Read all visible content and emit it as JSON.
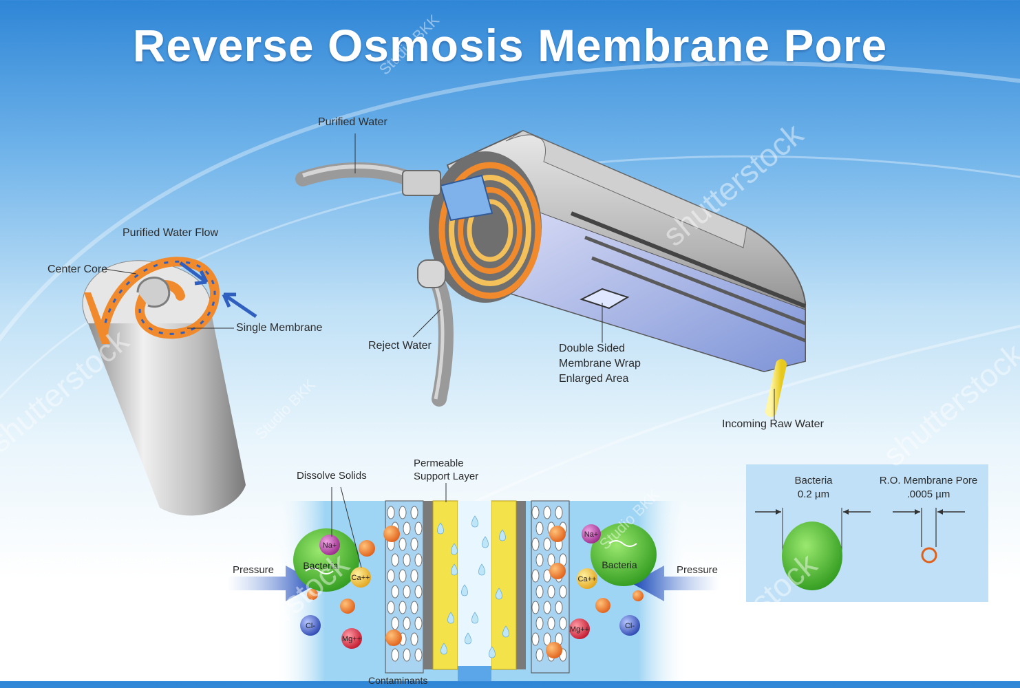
{
  "title": "Reverse Osmosis Membrane Pore",
  "watermarks": [
    "Studio BKK",
    "shutterstock"
  ],
  "labels": {
    "purified_water": "Purified Water",
    "purified_water_flow": "Purified Water Flow",
    "center_core": "Center Core",
    "single_membrane": "Single Membrane",
    "reject_water": "Reject Water",
    "double_sided_1": "Double Sided",
    "double_sided_2": "Membrane Wrap",
    "double_sided_3": "Enlarged Area",
    "incoming_raw_water": "Incoming Raw Water",
    "dissolve_solids": "Dissolve Solids",
    "permeable_1": "Permeable",
    "permeable_2": "Support Layer",
    "pressure_left": "Pressure",
    "pressure_right": "Pressure",
    "bacteria_left": "Bacteria",
    "bacteria_right": "Bacteria",
    "contaminants": "Contaminants"
  },
  "ions": {
    "na": "Na+",
    "ca": "Ca++",
    "cl": "Cl-",
    "mg": "Mg++"
  },
  "inset": {
    "bacteria_title": "Bacteria",
    "bacteria_size": "0.2 µm",
    "pore_title": "R.O. Membrane Pore",
    "pore_size": ".0005 µm"
  },
  "colors": {
    "membrane_orange": "#f08a2c",
    "flow_arrow_blue": "#2f5fbf",
    "bacteria_green": "#55c23a",
    "permeable_yellow": "#f4e24a",
    "inset_bg": "#bfe0f6"
  }
}
